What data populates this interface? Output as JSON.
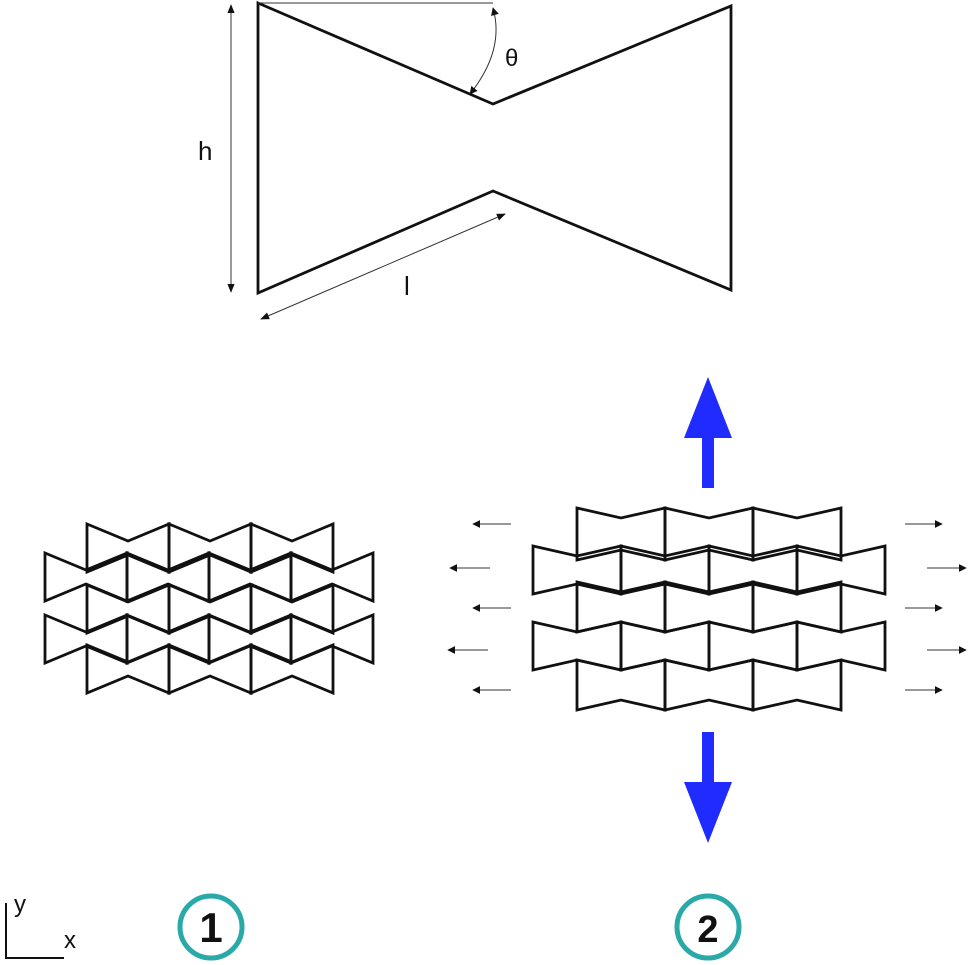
{
  "unit_cell": {
    "height_label": "h",
    "length_label": "l",
    "angle_label": "θ"
  },
  "panels": [
    {
      "number": "1",
      "state": "compact"
    },
    {
      "number": "2",
      "state": "stretched"
    }
  ],
  "axes": {
    "y_label": "y",
    "x_label": "x"
  },
  "colors": {
    "stroke": "#111111",
    "load_arrow": "#1f2bff",
    "badge_ring": "#2aa9a9"
  },
  "icons": [
    "arrow-up-icon",
    "arrow-down-icon",
    "arrow-left-icon",
    "arrow-right-icon"
  ]
}
